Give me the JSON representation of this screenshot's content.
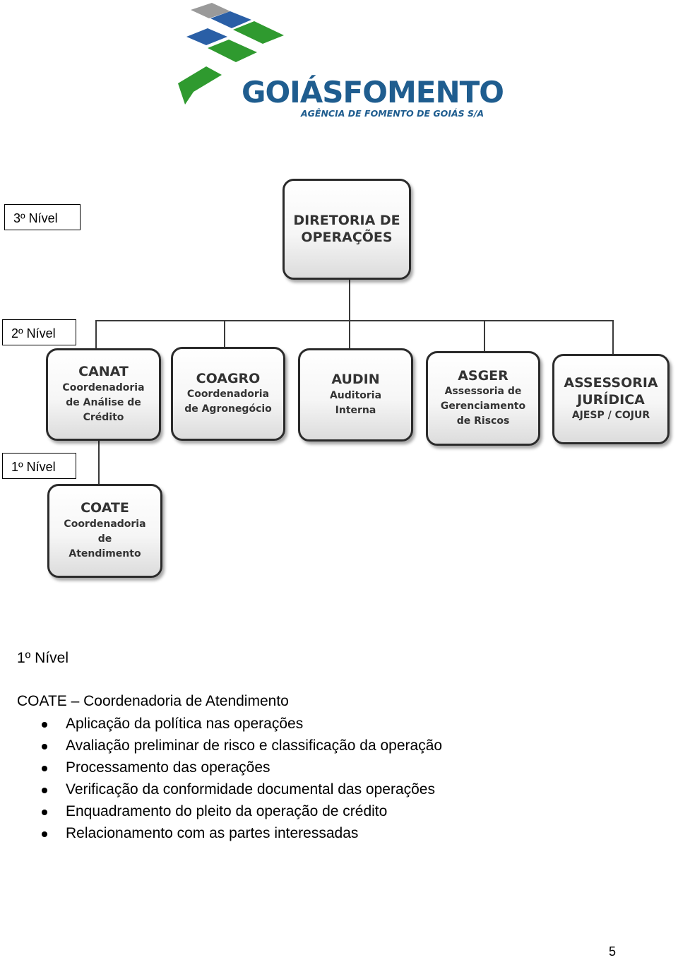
{
  "logo": {
    "brand": "GOIÁSFOMENTO",
    "tagline": "AGÊNCIA DE FOMENTO DE GOIÁS S/A",
    "colors": {
      "green": "#2f8f2f",
      "blue": "#1f5d8f",
      "gray": "#8a8a8a"
    }
  },
  "levels": {
    "l3": "3º Nível",
    "l2": "2º Nível",
    "l1": "1º Nível"
  },
  "org": {
    "top": {
      "code": "DIRETORIA DE",
      "desc": "OPERAÇÕES"
    },
    "canat": {
      "code": "CANAT",
      "desc": [
        "Coordenadoria",
        "de Análise de",
        "Crédito"
      ]
    },
    "coagro": {
      "code": "COAGRO",
      "desc": [
        "Coordenadoria",
        "de Agronegócio"
      ]
    },
    "audin": {
      "code": "AUDIN",
      "desc": [
        "Auditoria",
        "Interna"
      ]
    },
    "asger": {
      "code": "ASGER",
      "desc": [
        "Assessoria de",
        "Gerenciamento",
        "de Riscos"
      ]
    },
    "jur": {
      "code": [
        "ASSESSORIA",
        "JURÍDICA"
      ],
      "desc": "AJESP / COJUR"
    },
    "coate": {
      "code": "COATE",
      "desc": [
        "Coordenadoria",
        "de",
        "Atendimento"
      ]
    }
  },
  "text": {
    "section": "1º Nível",
    "title": "COATE – Coordenadoria de Atendimento",
    "bullets": [
      "Aplicação da política nas operações",
      "Avaliação preliminar de risco e classificação da operação",
      "Processamento das operações",
      "Verificação da conformidade documental das operações",
      "Enquadramento do pleito da operação de crédito",
      "Relacionamento com as partes interessadas"
    ]
  },
  "page_number": "5"
}
